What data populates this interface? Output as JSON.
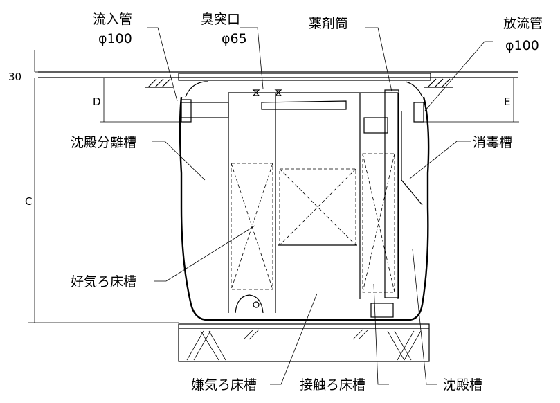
{
  "labels": {
    "inflow_pipe": "流入管",
    "inflow_size": "φ100",
    "odor_vent": "臭突口",
    "odor_size": "φ65",
    "chem_tube": "薬剤筒",
    "outflow_pipe": "放流管",
    "outflow_size": "φ100",
    "sed_sep_tank": "沈殿分離槽",
    "disinfect_tank": "消毒槽",
    "aerobic_tank": "好気ろ床槽",
    "anaerobic_tank": "嫌気ろ床槽",
    "contact_tank": "接触ろ床槽",
    "sed_tank": "沈殿槽"
  },
  "dimensions": {
    "top": "30",
    "d": "D",
    "e": "E",
    "c": "C"
  }
}
